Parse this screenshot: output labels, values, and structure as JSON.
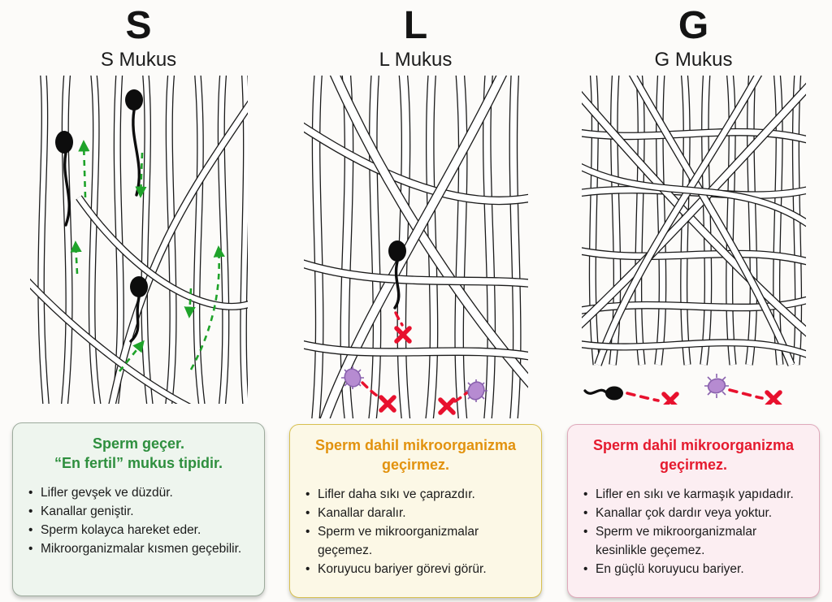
{
  "page": {
    "background": "#fcfbf9",
    "fiber_outline": "#1b1b1b",
    "arrow_green": "#1fa32a",
    "blocked_red": "#e8112e",
    "microbe_purple": "#b68bd1"
  },
  "columns": [
    {
      "letter": "S",
      "subtitle": "S Mukus",
      "illustration": "loose straight mucus fibers with sperm passing, green dashed arrows",
      "box": {
        "border_color": "#9dab9d",
        "background": "#eef5ee",
        "title_color": "#2e8f3e",
        "title_lines": [
          "Sperm geçer.",
          "“En fertil” mukus tipidir."
        ],
        "bullets": [
          "Lifler gevşek ve düzdür.",
          "Kanallar geniştir.",
          "Sperm kolayca hareket eder.",
          "Mikroorganizmalar kısmen geçebilir."
        ]
      }
    },
    {
      "letter": "L",
      "subtitle": "L Mukus",
      "illustration": "tighter crossed mucus fibers; sperm and microbes blocked with red X marks",
      "box": {
        "border_color": "#d8c050",
        "background": "#fcf8e6",
        "title_color": "#e2920e",
        "title_lines": [
          "Sperm dahil mikroorganizma",
          "geçirmez."
        ],
        "bullets": [
          "Lifler daha sıkı ve çaprazdır.",
          "Kanallar daralır.",
          "Sperm ve mikroorganizmalar geçemez.",
          "Koruyucu bariyer görevi görür."
        ]
      }
    },
    {
      "letter": "G",
      "subtitle": "G Mukus",
      "illustration": "densest tangled mucus mesh; sperm and microbe fully blocked with red X marks",
      "box": {
        "border_color": "#dfa9bb",
        "background": "#fceef2",
        "title_color": "#e51a2e",
        "title_lines": [
          "Sperm dahil mikroorganizma",
          "geçirmez."
        ],
        "bullets": [
          "Lifler en sıkı ve karmaşık yapıdadır.",
          "Kanallar çok dardır veya yoktur.",
          "Sperm ve mikroorganizmalar kesinlikle geçemez.",
          "En güçlü koruyucu bariyer."
        ]
      }
    }
  ]
}
